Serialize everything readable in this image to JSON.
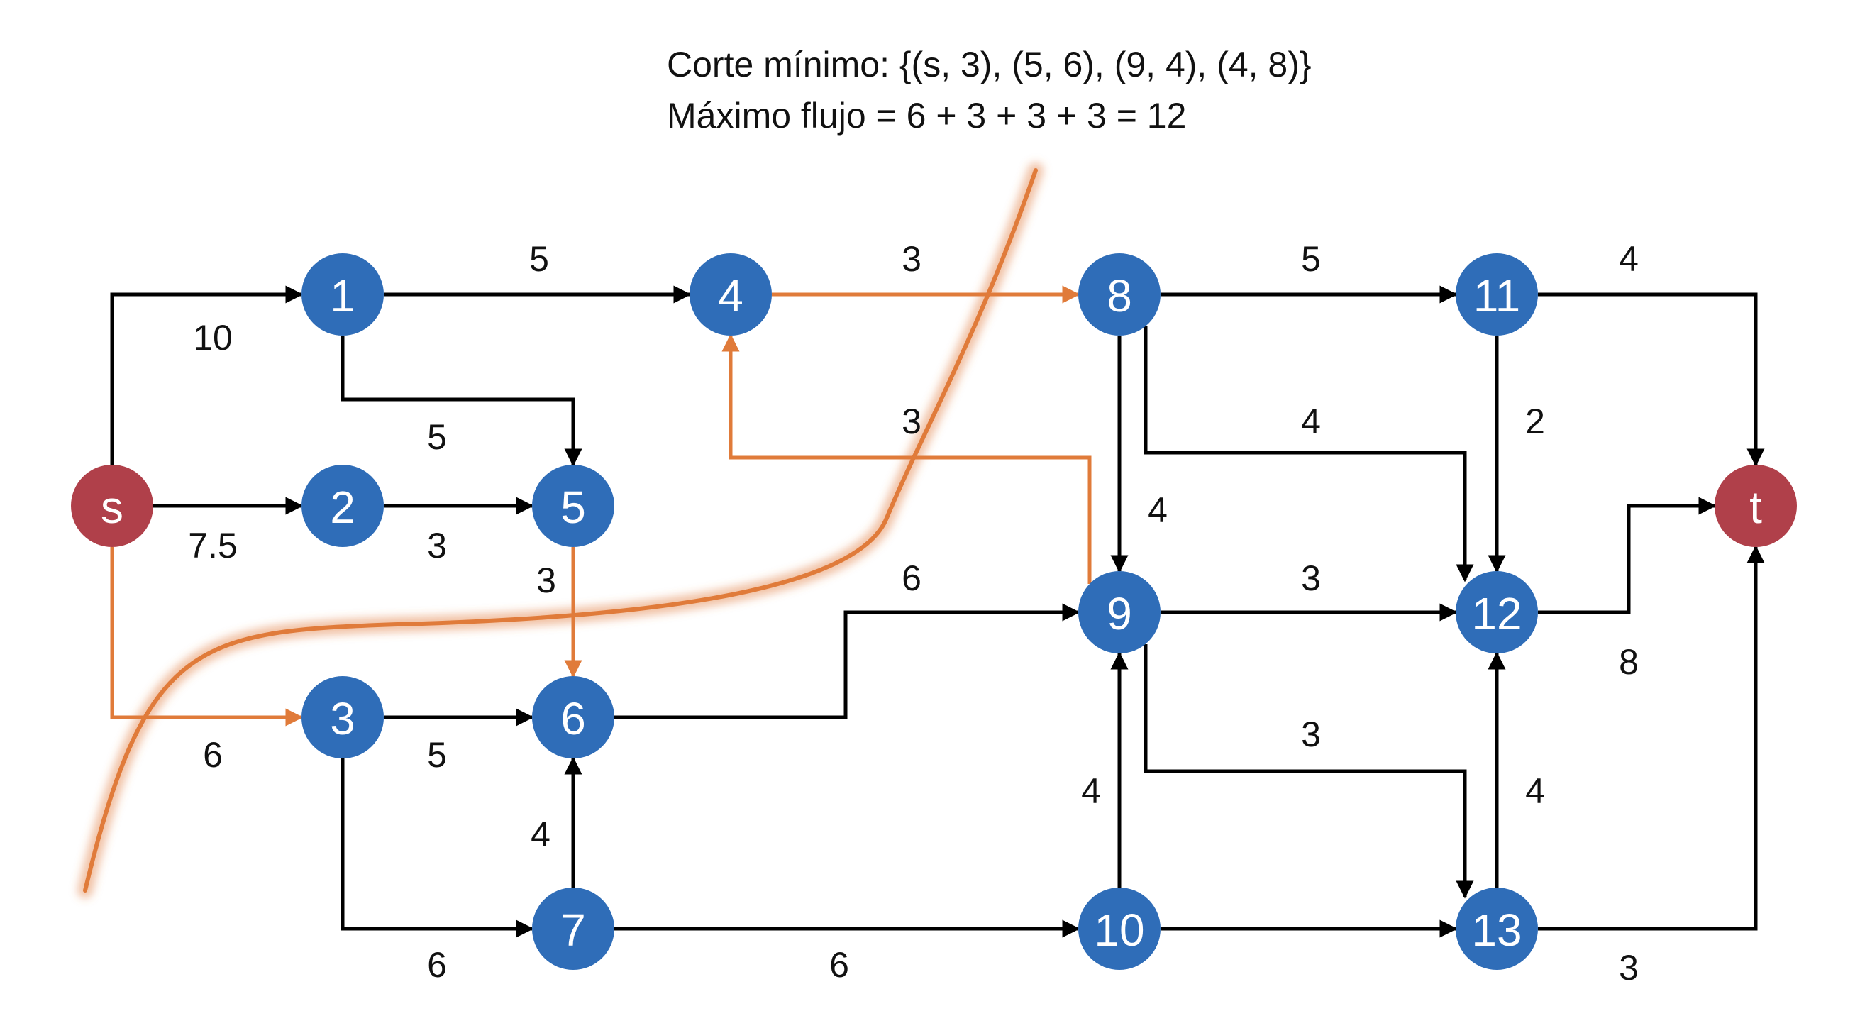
{
  "header": {
    "line1": "Corte mínimo: {(s, 3), (5, 6), (9, 4), (4, 8)}",
    "line2": "Máximo flujo = 6 + 3 + 3 + 3 = 12"
  },
  "colors": {
    "node": "#2f6db8",
    "terminal": "#b0404a",
    "edge": "#000000",
    "cut_edge": "#e07b3a",
    "cut_curve": "#e07b3a"
  },
  "nodes": [
    {
      "id": "s",
      "label": "s",
      "kind": "terminal"
    },
    {
      "id": "1",
      "label": "1",
      "kind": "node"
    },
    {
      "id": "2",
      "label": "2",
      "kind": "node"
    },
    {
      "id": "3",
      "label": "3",
      "kind": "node"
    },
    {
      "id": "4",
      "label": "4",
      "kind": "node"
    },
    {
      "id": "5",
      "label": "5",
      "kind": "node"
    },
    {
      "id": "6",
      "label": "6",
      "kind": "node"
    },
    {
      "id": "7",
      "label": "7",
      "kind": "node"
    },
    {
      "id": "8",
      "label": "8",
      "kind": "node"
    },
    {
      "id": "9",
      "label": "9",
      "kind": "node"
    },
    {
      "id": "10",
      "label": "10",
      "kind": "node"
    },
    {
      "id": "11",
      "label": "11",
      "kind": "node"
    },
    {
      "id": "12",
      "label": "12",
      "kind": "node"
    },
    {
      "id": "13",
      "label": "13",
      "kind": "node"
    },
    {
      "id": "t",
      "label": "t",
      "kind": "terminal"
    }
  ],
  "edges": [
    {
      "from": "s",
      "to": "1",
      "capacity": "10",
      "in_cut": false
    },
    {
      "from": "s",
      "to": "2",
      "capacity": "7.5",
      "in_cut": false
    },
    {
      "from": "s",
      "to": "3",
      "capacity": "6",
      "in_cut": true
    },
    {
      "from": "1",
      "to": "4",
      "capacity": "5",
      "in_cut": false
    },
    {
      "from": "1",
      "to": "5",
      "capacity": "5",
      "in_cut": false
    },
    {
      "from": "2",
      "to": "5",
      "capacity": "3",
      "in_cut": false
    },
    {
      "from": "5",
      "to": "6",
      "capacity": "3",
      "in_cut": true
    },
    {
      "from": "3",
      "to": "6",
      "capacity": "5",
      "in_cut": false
    },
    {
      "from": "3",
      "to": "7",
      "capacity": "6",
      "in_cut": false
    },
    {
      "from": "7",
      "to": "6",
      "capacity": "4",
      "in_cut": false
    },
    {
      "from": "4",
      "to": "8",
      "capacity": "3",
      "in_cut": true
    },
    {
      "from": "9",
      "to": "4",
      "capacity": "3",
      "in_cut": true
    },
    {
      "from": "6",
      "to": "9",
      "capacity": "6",
      "in_cut": false
    },
    {
      "from": "7",
      "to": "10",
      "capacity": "6",
      "in_cut": false
    },
    {
      "from": "8",
      "to": "11",
      "capacity": "5",
      "in_cut": false
    },
    {
      "from": "8",
      "to": "12",
      "capacity": "4",
      "in_cut": false
    },
    {
      "from": "8",
      "to": "9",
      "capacity": "4",
      "in_cut": false
    },
    {
      "from": "9",
      "to": "12",
      "capacity": "3",
      "in_cut": false
    },
    {
      "from": "9",
      "to": "13",
      "capacity": "3",
      "in_cut": false
    },
    {
      "from": "10",
      "to": "9",
      "capacity": "4",
      "in_cut": false
    },
    {
      "from": "10",
      "to": "13",
      "capacity": "",
      "in_cut": false
    },
    {
      "from": "11",
      "to": "t",
      "capacity": "4",
      "in_cut": false
    },
    {
      "from": "11",
      "to": "12",
      "capacity": "2",
      "in_cut": false
    },
    {
      "from": "12",
      "to": "t",
      "capacity": "8",
      "in_cut": false
    },
    {
      "from": "13",
      "to": "12",
      "capacity": "4",
      "in_cut": false
    },
    {
      "from": "13",
      "to": "t",
      "capacity": "3",
      "in_cut": false
    }
  ]
}
